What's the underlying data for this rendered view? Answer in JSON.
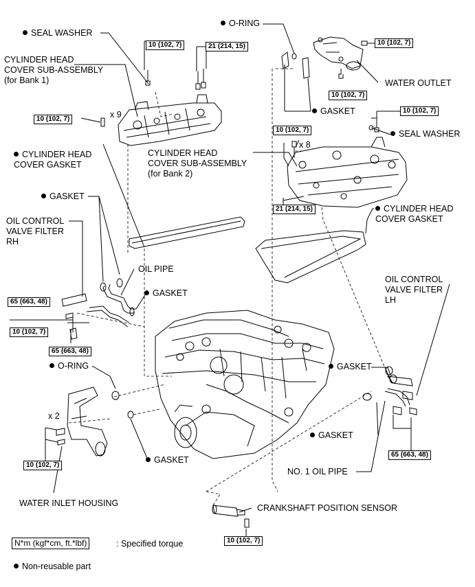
{
  "labels": {
    "seal_washer_1": "SEAL WASHER",
    "cyl_head_cover_b1": "CYLINDER HEAD\nCOVER SUB-ASSEMBLY\n(for Bank 1)",
    "o_ring_top": "O-RING",
    "water_outlet": "WATER OUTLET",
    "gasket_outlet": "GASKET",
    "seal_washer_2": "SEAL WASHER",
    "cyl_head_cover_gasket_1": "CYLINDER HEAD\nCOVER GASKET",
    "cyl_head_cover_b2": "CYLINDER HEAD\nCOVER SUB-ASSEMBLY\n(for Bank 2)",
    "cyl_head_cover_gasket_2": "CYLINDER HEAD\nCOVER GASKET",
    "gasket_left": "GASKET",
    "ocv_filter_rh": "OIL CONTROL\nVALVE FILTER\nRH",
    "oil_pipe": "OIL PIPE",
    "gasket_oil_pipe": "GASKET",
    "ocv_filter_lh": "OIL CONTROL\nVALVE FILTER\nLH",
    "gasket_right_upper": "GASKET",
    "o_ring_inlet": "O-RING",
    "gasket_right_lower": "GASKET",
    "gasket_inlet": "GASKET",
    "no1_oil_pipe": "NO. 1 OIL PIPE",
    "water_inlet_housing": "WATER INLET HOUSING",
    "crankshaft_sensor": "CRANKSHAFT POSITION SENSOR"
  },
  "torques": {
    "t1": "10 (102, 7)",
    "t2": "21 (214, 15)",
    "t3": "10 (102, 7)",
    "t4": "10 (102, 7)",
    "t5": "10 (102, 7)",
    "t6": "10 (102, 7)",
    "t7": "10 (102, 7)",
    "t8": "21 (214, 15)",
    "t9": "65 (663, 48)",
    "t10": "10 (102, 7)",
    "t11": "65 (663, 48)",
    "t12": "65 (663, 48)",
    "t13": "10 (102, 7)",
    "t14": "10 (102, 7)"
  },
  "multipliers": {
    "m1": "x 9",
    "m2": "x 8",
    "m3": "x 2"
  },
  "legend": {
    "torque_box": "N*m (kgf*cm, ft.*lbf)",
    "torque_text": ": Specified torque",
    "nonreusable": "Non-reusable part"
  }
}
